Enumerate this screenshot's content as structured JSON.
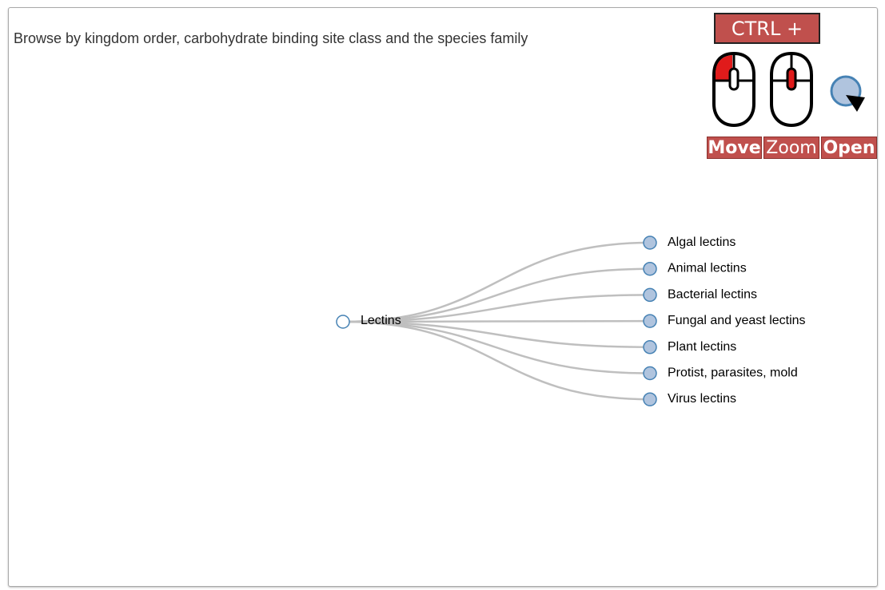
{
  "heading": "Browse by kingdom order, carbohydrate binding site class and the species family",
  "help": {
    "ctrl_label": "CTRL +",
    "move_label": "Move",
    "zoom_label": "Zoom",
    "open_label": "Open",
    "icons": [
      "mouse-left-click-icon",
      "mouse-scroll-wheel-icon",
      "cursor-click-node-icon"
    ]
  },
  "tree": {
    "root": "Lectins",
    "children": [
      "Algal lectins",
      "Animal lectins",
      "Bacterial lectins",
      "Fungal and yeast lectins",
      "Plant lectins",
      "Protist, parasites, mold",
      "Virus lectins"
    ]
  },
  "colors": {
    "accent": "#c0504d",
    "node_fill": "#b0c4de",
    "node_stroke": "#4682b4",
    "link": "#bfbfbf"
  }
}
